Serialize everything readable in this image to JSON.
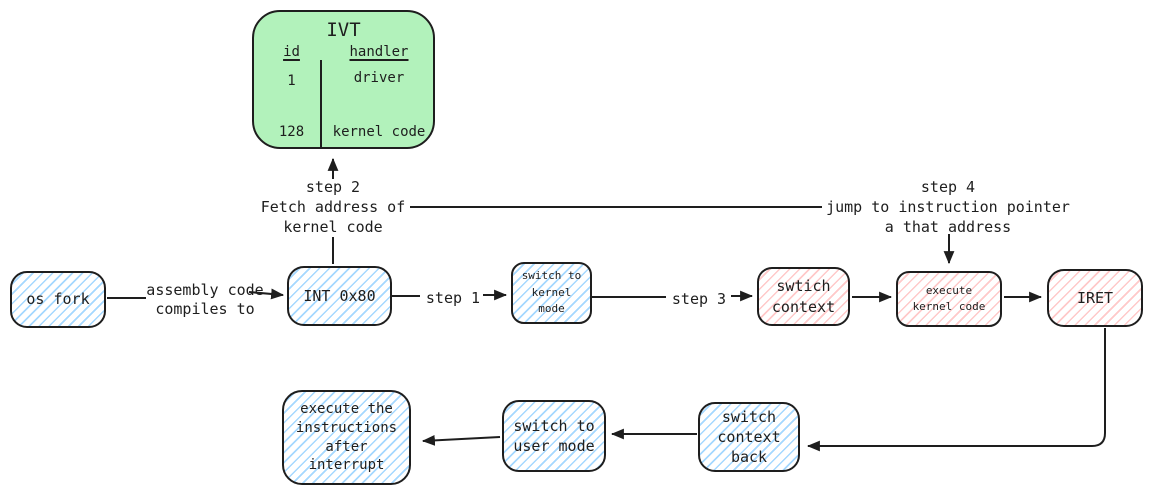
{
  "colors": {
    "ivt_fill": "#b2f2bb",
    "blue_hatch": "#a5d8ff",
    "red_hatch": "#ffc9c9",
    "stroke": "#1e1e1e",
    "background": "#ffffff"
  },
  "ivt": {
    "title": "IVT",
    "columns": [
      "id",
      "handler"
    ],
    "rows": [
      [
        "1",
        "driver"
      ],
      [
        "128",
        "kernel code"
      ]
    ]
  },
  "nodes": {
    "os_fork": {
      "label": "os fork"
    },
    "int_0x80": {
      "label": "INT 0x80"
    },
    "switch_kernel_mode": {
      "label": "switch to\nkernel\nmode"
    },
    "swtich_context": {
      "label": "swtich\ncontext"
    },
    "execute_kernel_code": {
      "label": "execute\nkernel code"
    },
    "iret": {
      "label": "IRET"
    },
    "switch_context_back": {
      "label": "switch\ncontext\nback"
    },
    "switch_user_mode": {
      "label": "switch to\nuser mode"
    },
    "execute_after_interrupt": {
      "label": "execute the\ninstructions\nafter\ninterrupt"
    }
  },
  "edge_labels": {
    "assembly": "assembly code\ncompiles to",
    "step1": "step 1",
    "step2": "step 2\nFetch address of\nkernel code",
    "step3": "step 3",
    "step4": "step 4\njump to instruction pointer\na that address"
  }
}
